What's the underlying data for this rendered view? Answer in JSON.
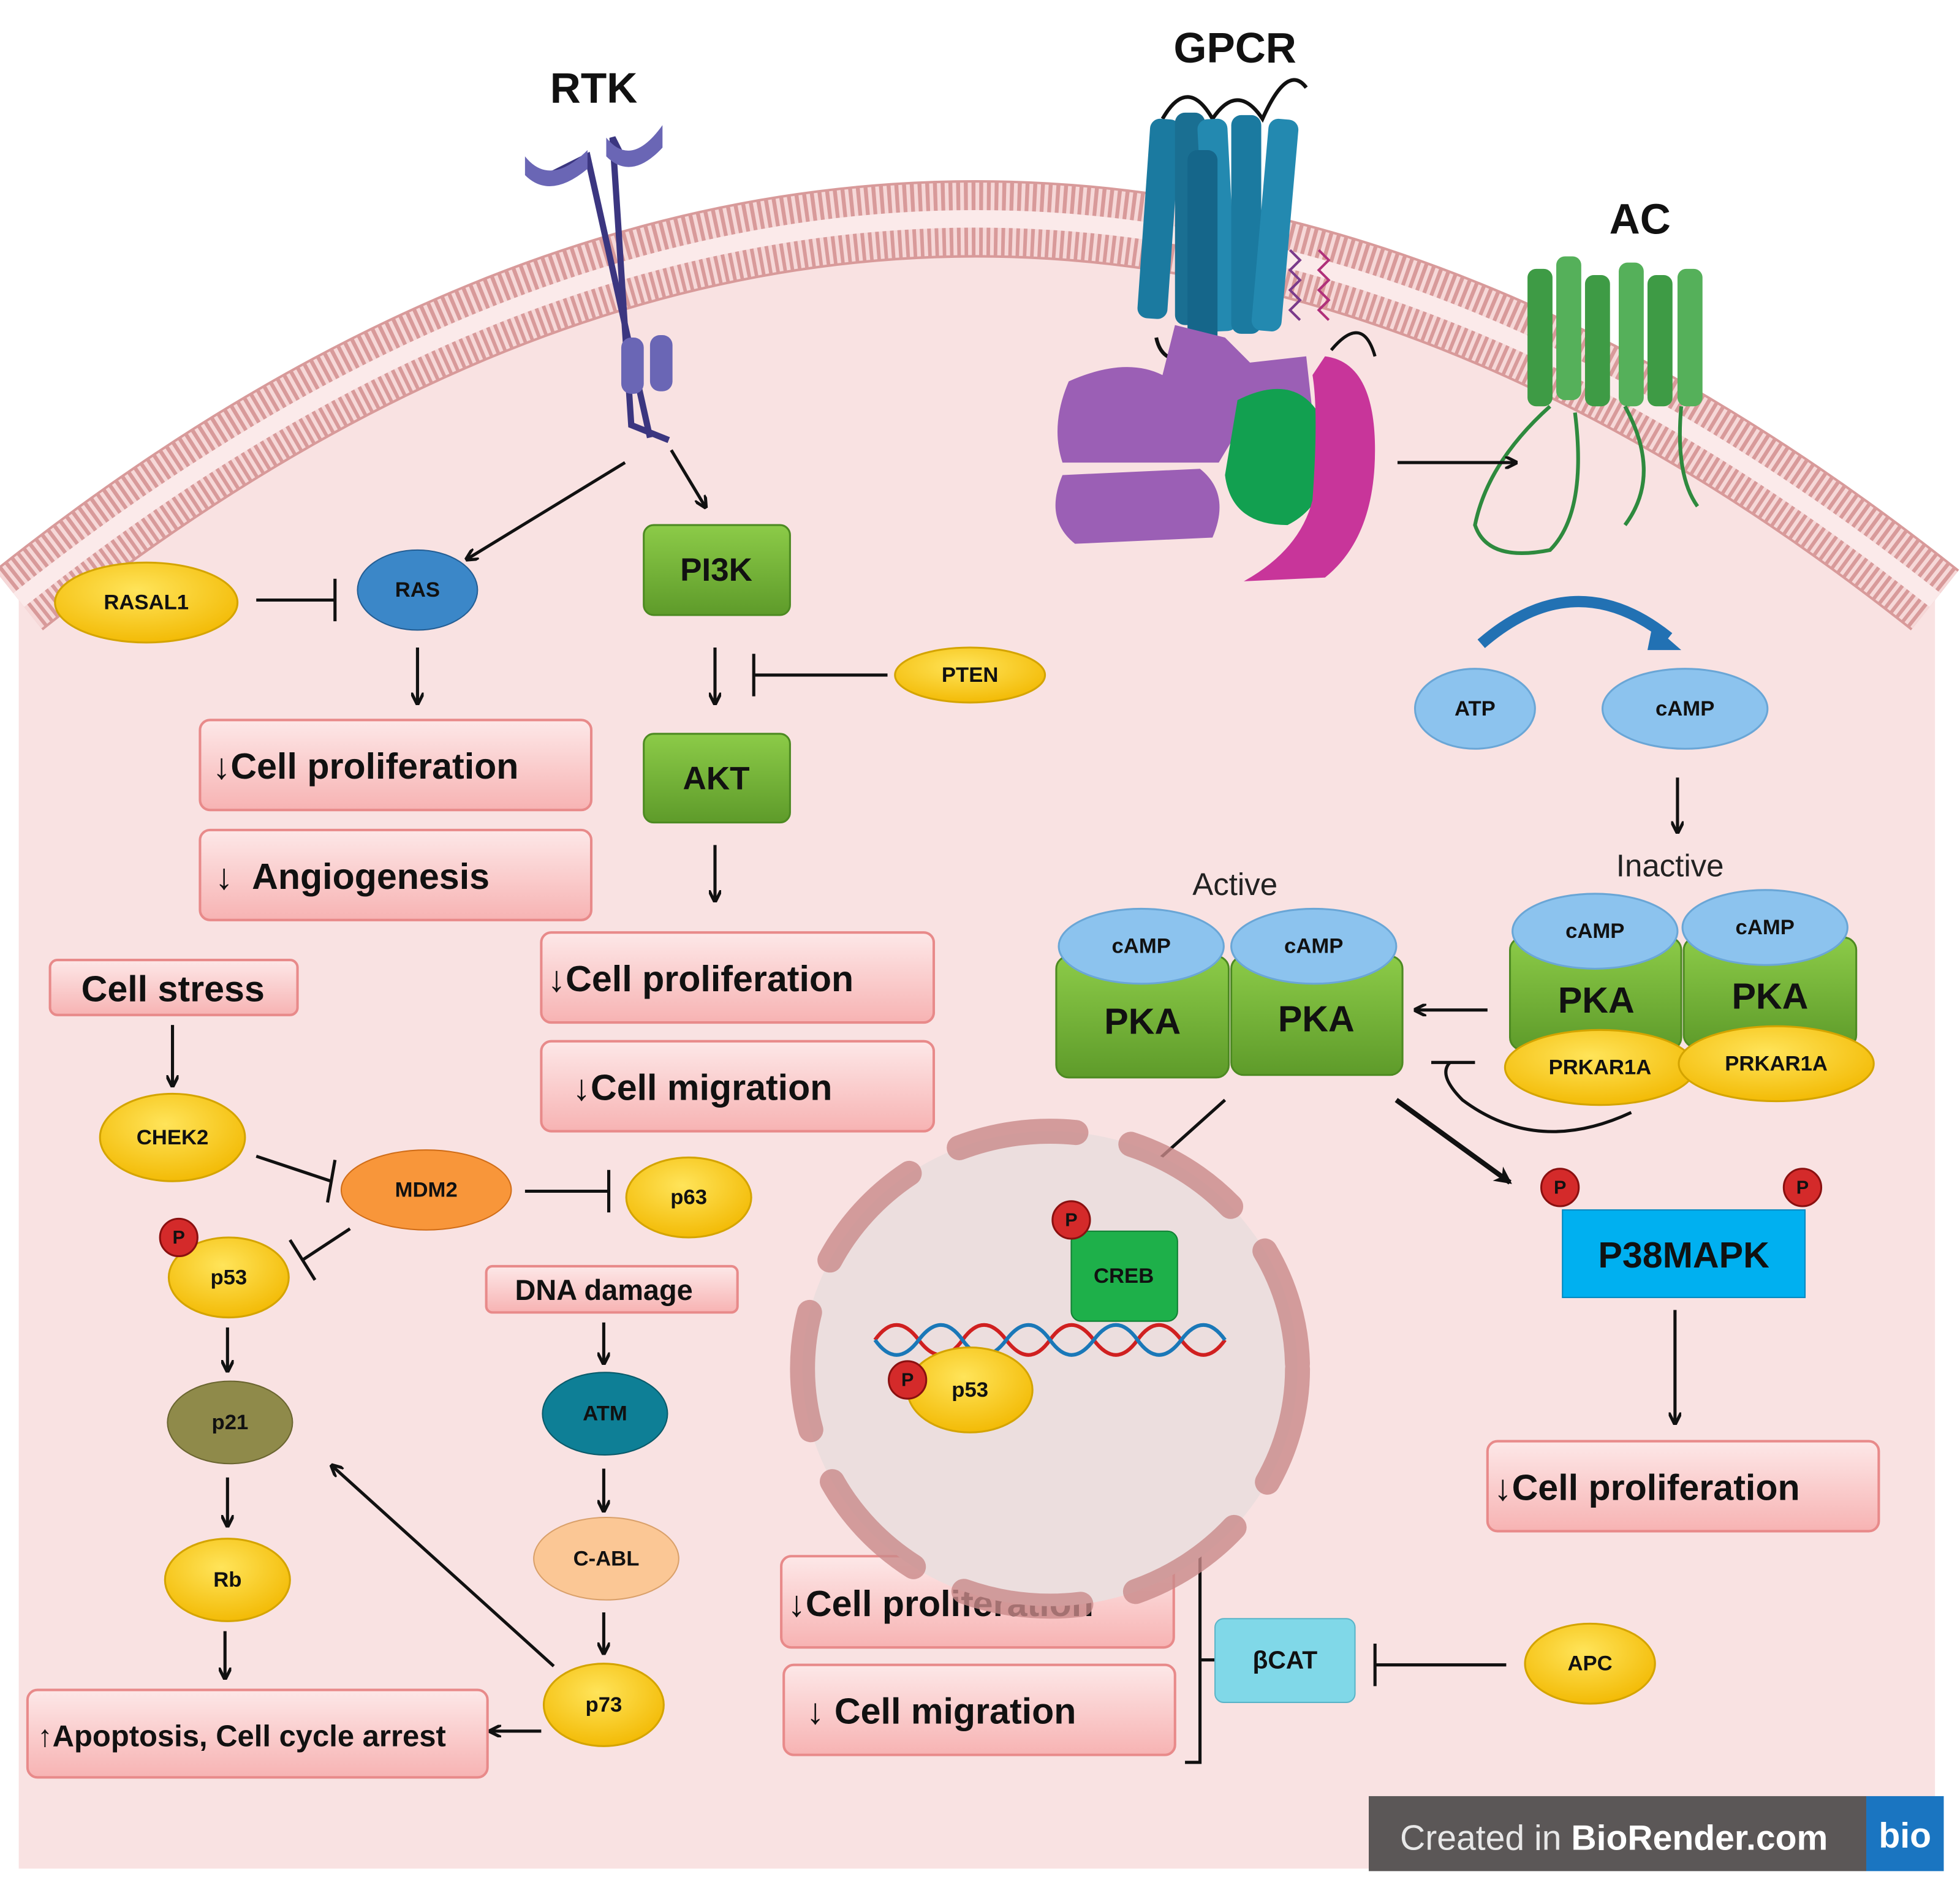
{
  "receptors": {
    "rtk": "RTK",
    "gpcr": "GPCR",
    "ac": "AC"
  },
  "nodes": {
    "rasal1": "RASAL1",
    "ras": "RAS",
    "pi3k": "PI3K",
    "pten": "PTEN",
    "akt": "AKT",
    "chek2": "CHEK2",
    "mdm2": "MDM2",
    "p63": "p63",
    "p53": "p53",
    "p21": "p21",
    "rb": "Rb",
    "atm": "ATM",
    "cabl": "C-ABL",
    "p73": "p73",
    "atp": "ATP",
    "camp": "cAMP",
    "pka": "PKA",
    "prkar1a": "PRKAR1A",
    "creb": "CREB",
    "p38mapk": "P38MAPK",
    "bcat": "βCAT",
    "apc": "APC",
    "phospho": "P",
    "nuclear_p53": "p53"
  },
  "states": {
    "active": "Active",
    "inactive": "Inactive"
  },
  "outcomes": {
    "ras_prolif": "↓Cell proliferation",
    "ras_angio": "↓  Angiogenesis",
    "cell_stress": "Cell stress",
    "akt_prolif": "↓Cell proliferation",
    "akt_migr": "↓Cell migration",
    "dna_damage": "DNA damage",
    "apoptosis": "↑Apoptosis, Cell cycle arrest",
    "bcat_prolif": "↓Cell proliferation",
    "bcat_migr": "↓ Cell migration",
    "p38_prolif": "↓Cell proliferation"
  },
  "watermark": {
    "prefix": "Created in ",
    "brand": "BioRender.com",
    "logo": "bio"
  },
  "colors": {
    "yellow": "#ffd200",
    "ras_blue": "#3b87c8",
    "pka_green": "#7ab83a",
    "camp_blue": "#8cc3ee",
    "p38_cyan": "#00b0f0",
    "bcat_cyan": "#80d8e8",
    "mdm2_orange": "#f8963a",
    "p21_olive": "#8f8a4a",
    "atm_teal": "#0e7f96",
    "cabl_peach": "#fbc795",
    "creb_green": "#1eb04a",
    "cell_pink": "#f9e2e2"
  }
}
